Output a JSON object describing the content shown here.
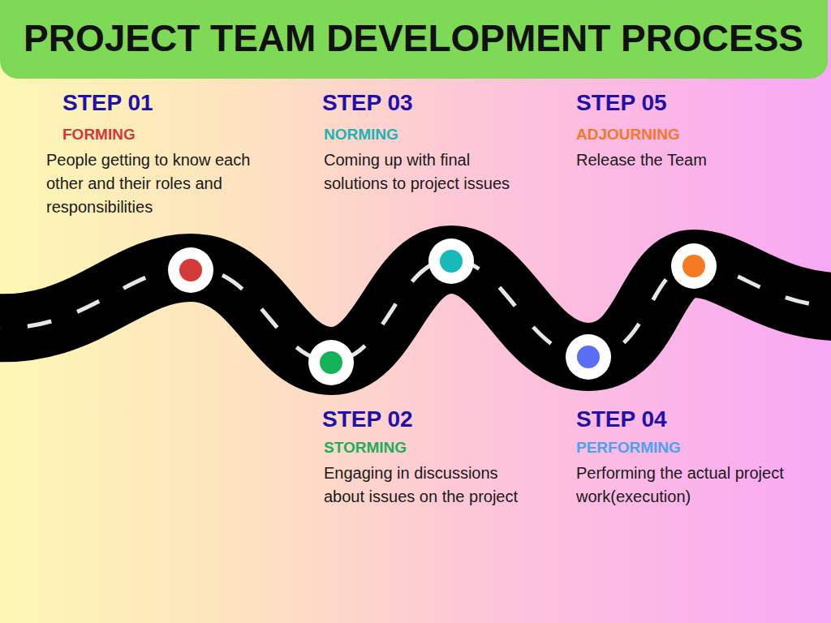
{
  "diagram": {
    "title": "PROJECT TEAM DEVELOPMENT PROCESS",
    "labels": [
      "STEP 01",
      "FORMING",
      "People getting to know each other and their roles and responsibilities",
      "STEP 03",
      "NORMING",
      "Coming up with final solutions to project issues",
      "STEP 05",
      "ADJOURNING",
      "Release the Team",
      "STEP 02",
      "STORMING",
      "Engaging in discussions about issues on the project",
      "STEP 04",
      "PERFORMING",
      "Performing the actual project work(execution)"
    ]
  }
}
